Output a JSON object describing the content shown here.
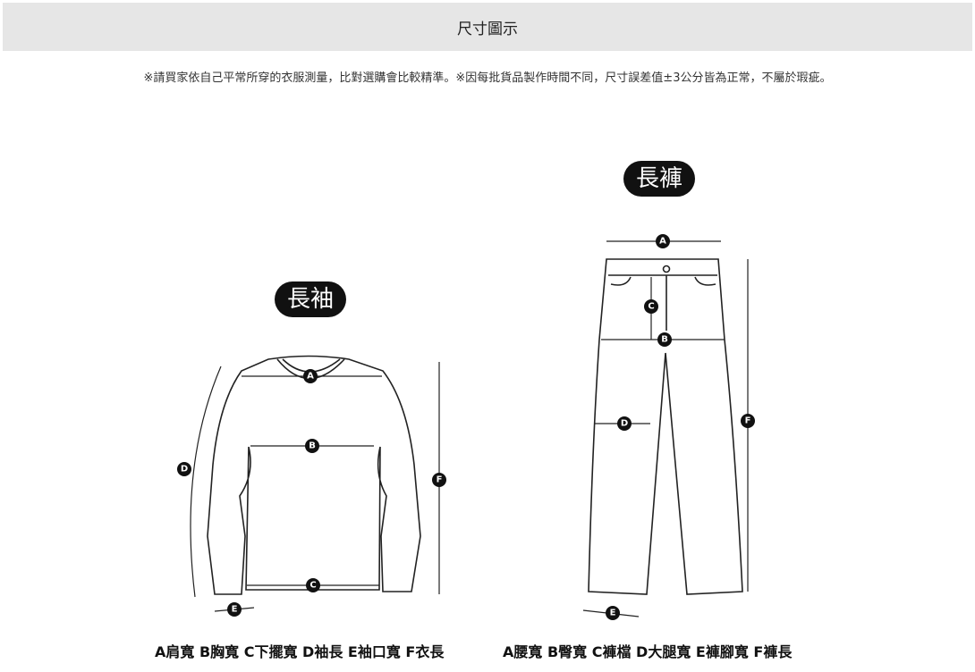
{
  "header": {
    "title": "尺寸圖示"
  },
  "note": "※請買家依自己平常所穿的衣服測量，比對選購會比較精準。※因每批貨品製作時間不同，尺寸誤差值±3公分皆為正常，不屬於瑕疵。",
  "shirt": {
    "title": "長袖",
    "legend": "A肩寬 B胸寬 C下擺寬 D袖長 E袖口寬 F衣長",
    "markers": [
      "A",
      "B",
      "C",
      "D",
      "E",
      "F"
    ]
  },
  "pants": {
    "title": "長褲",
    "legend": "A腰寬 B臀寬 C褲檔 D大腿寬 E褲腳寬 F褲長",
    "markers": [
      "A",
      "B",
      "C",
      "D",
      "E",
      "F"
    ]
  }
}
